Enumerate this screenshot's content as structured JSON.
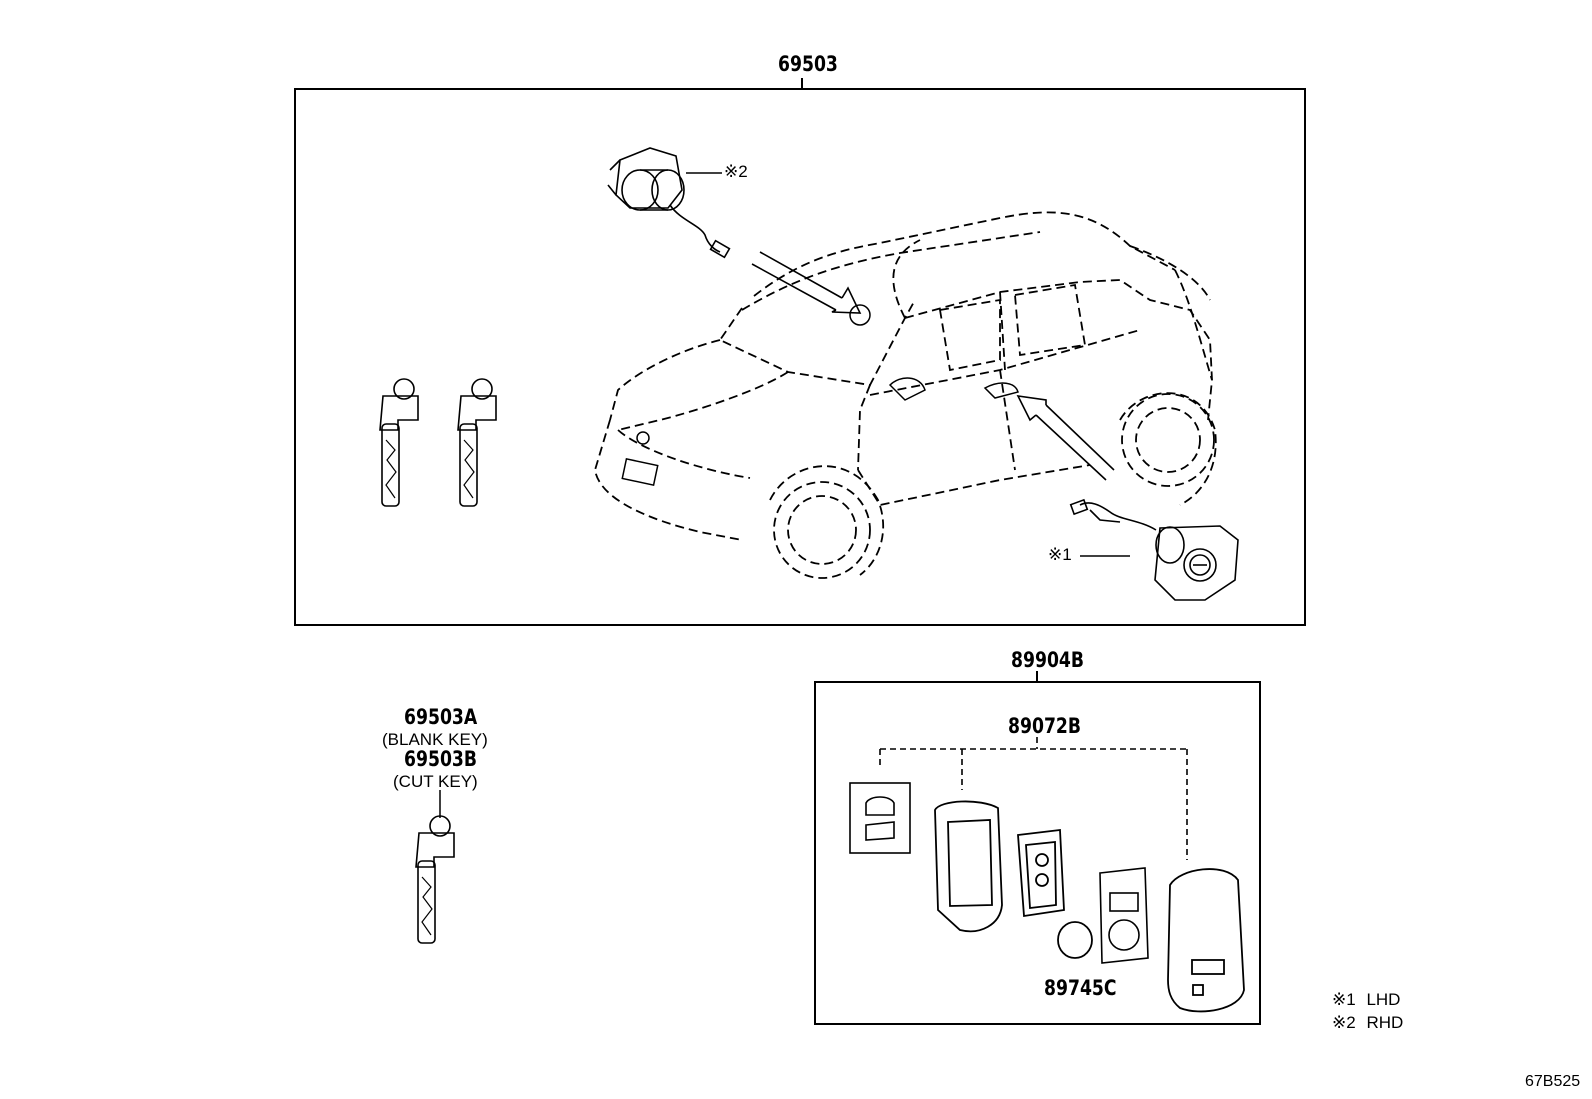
{
  "diagram_id": "67B525",
  "assembly": {
    "part_number": "69503"
  },
  "lock_callouts": {
    "rhd_cylinder": "※2",
    "lhd_cylinder": "※1"
  },
  "key_section": {
    "blank_part": "69503A",
    "blank_desc": "(BLANK KEY)",
    "cut_part": "69503B",
    "cut_desc": "(CUT KEY)"
  },
  "remote_section": {
    "part_number": "89904B",
    "case_part": "89072B",
    "battery_part": "89745C"
  },
  "legend": [
    {
      "mark": "※1",
      "text": "LHD"
    },
    {
      "mark": "※2",
      "text": "RHD"
    }
  ]
}
